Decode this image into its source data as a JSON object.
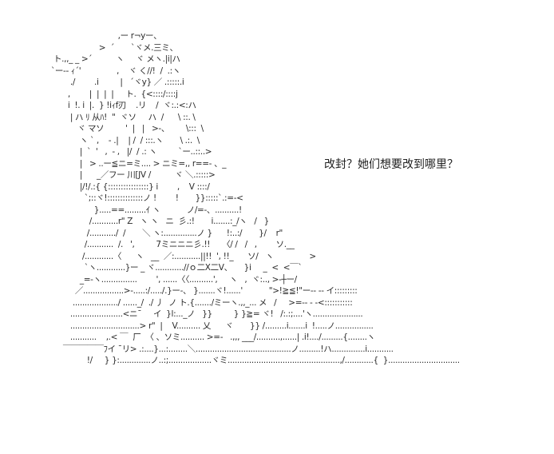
{
  "caption": "改封？她们想要改到哪里？",
  "ascii_art": [
    "                              ,ー r¬yー、",
    "                      >  ´       `ヾメ.三ミ、",
    "   ト.,,_ _ >´          ヽ     ヾ メヽ.|i|ハ",
    "  `ー-- ｨ´'               ,    ヾ く//!  /  .:ヽ",
    "          ./        .i         |   ´ヾy} ／ .:::::.i",
    "         ,        |  |  |  |     ト.  {<::::/::::j",
    "         i  !. i  |.  } !iｨf刃    .リ    /  ヾ:.:<:ハ",
    "          | ハ ﾘ 从ﾊ!  \"  ヾソ     ハ  /      \\ ::. \\",
    "             ヾ マソ         '  |   |   >-、       \\:::  \\",
    "              ヽ ` ,    - .|    | /  / :::.ヽ       \\ .:.  \\",
    "              |  `  '   ,  - ,   |/  / .: ヽ         `ー..::..>",
    "              |   > ..ー≦ニ=ミ.... > ニミ=,, r==- 、_",
    "              |      _／フー 川[JV /          ヾ ＼.:::::>",
    "              |/!/.:{ {::::::::::::::::} i        ,    V ::::/",
    "                `;::ヾ!::::::::::::::ノ !        !       }}:::::`.:=-<",
    "                    }.....==.........ｲ ヽ           ノ/=-、..........!",
    "                  /...........r\" Z   ヽ ヽ   ニ  彡.:!       i.......:_/ヽ   /   }",
    "                 /.........../  /       ＼ ヽ:..............ノ }      !:..:/       }/    r\"",
    "                /...........  /.   ',         7ミニニニ彡.!!     〈/ /   /   ,        ソ.__",
    "               /............〈      ヽ   __  ／:...........||!!  ', !!_      ソ/   ヽ               >",
    "                `ヽ............}ー _ ヾ............//ｏ二X二V、     }i     _  <  <￣`",
    "              _=-ヽ...............        ', ......〈〈..........',     ヽ   ,  ヾ:.., >-┼ー/",
    "            ／.................>-.....:/...../.}ー-、 }.......ヾ!......'           \">!≧≦!\"ー-- -- イ:::::::::",
    "           .................../ ......_/  ./ 丿  ノ ト.{......./ミーヽ.,,_... メ   /     >=-- - -<:::::::::::",
    "          ......................<ニ¯     イ  }l:..._ノ   }}         } }≧= ヾ!   /:.:;....'ヽ.....................",
    "          .............................> r\"  |    V.......... 乂      ヾ       }} /.........i.......i  !.....ノ................",
    "          ...........    ,.< ￣  厂  〈 、ソミ.......... >=-   .,,, ___/..........,......| .i!..../.........{........ヽ",
    "       ￣￣￣￣￣ﾌイ ¯リ> .:....}...:........＼........................................ノ.........!ハ..............i...........",
    "                 !/     } }:.............ノ..:;..................ヾミ...............................................,/............{  }.............................."
  ]
}
